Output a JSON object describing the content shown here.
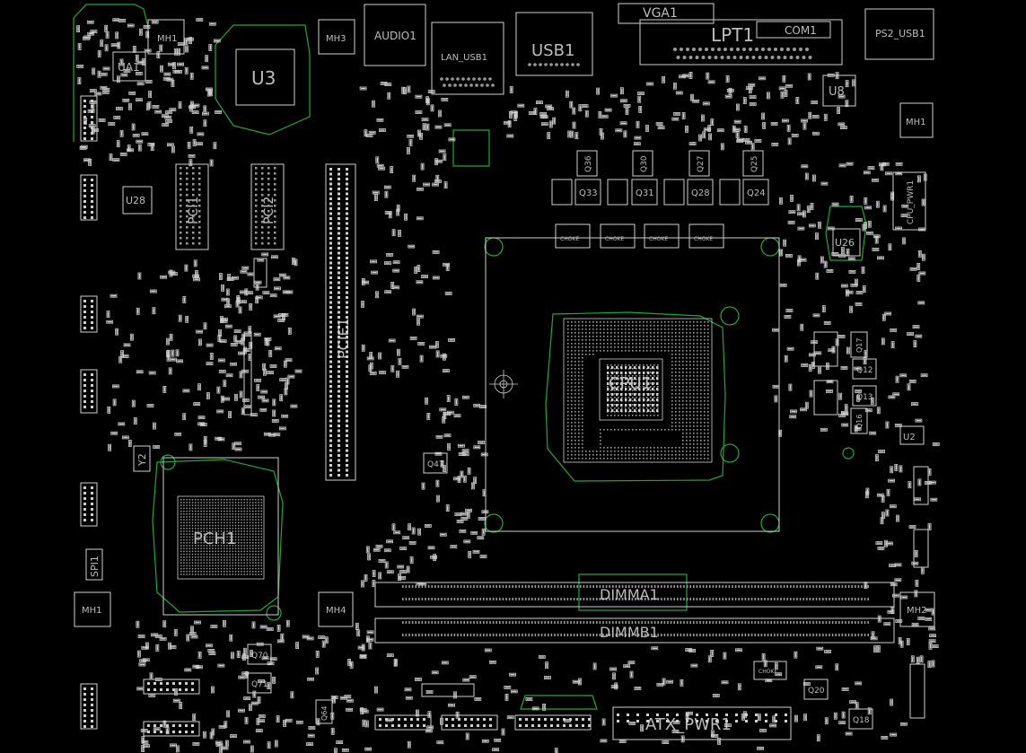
{
  "colors": {
    "background": "#000000",
    "silk": "#cfcfcf",
    "copper": "#1fa83a"
  },
  "labels": {
    "vga": "VGA1",
    "lpt": "LPT1",
    "com": "COM1",
    "ps2": "PS2_USB1",
    "audio": "AUDIO1",
    "lan": "LAN_USB1",
    "usb": "USB1",
    "u3": "U3",
    "ua1": "UA1",
    "u8": "U8",
    "u28": "U28",
    "u26": "U26",
    "u2": "U2",
    "mh1": "MH1",
    "mh2": "MH2",
    "mh3": "MH3",
    "mh4": "MH4",
    "pcie1": "PCIE1",
    "pci1": "PCI1",
    "pci2": "PCI2",
    "pch": "PCH1",
    "cpu": "CPU1",
    "dimma": "DIMMA1",
    "dimmb": "DIMMB1",
    "atx": "ATX_PWR1",
    "cpupwr": "CPU_PWR1",
    "spi": "SPI1",
    "y2": "Y2",
    "choke": "CHOKE",
    "q36": "Q36",
    "q30": "Q30",
    "q27": "Q27",
    "q25": "Q25",
    "q33": "Q33",
    "q31": "Q31",
    "q28": "Q28",
    "q24": "Q24",
    "q12": "Q12",
    "q13": "Q13",
    "q16": "Q16",
    "q17": "Q17",
    "q18": "Q18",
    "q20": "Q20",
    "q47": "Q47",
    "q71": "Q71",
    "q70": "Q70",
    "q64": "Q64"
  }
}
